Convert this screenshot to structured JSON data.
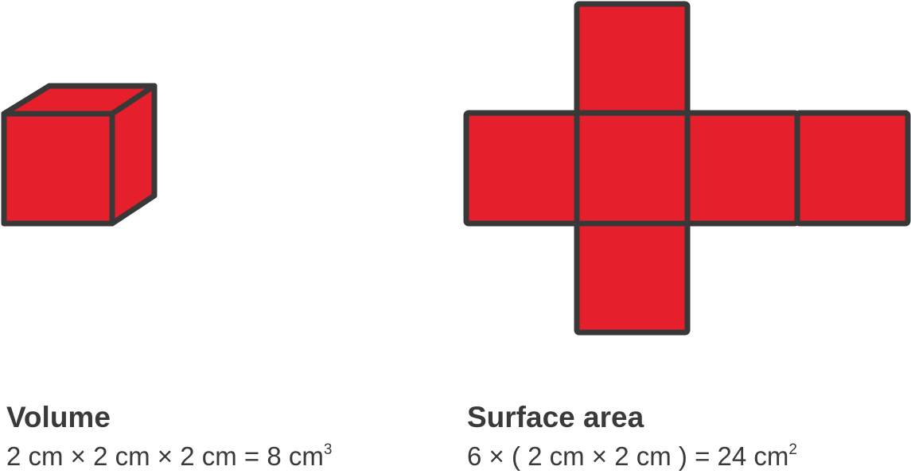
{
  "colors": {
    "face_fill": "#e51f2b",
    "outline": "#383838",
    "text": "#3a3a3a",
    "background": "#ffffff"
  },
  "volume": {
    "title": "Volume",
    "formula": "2 cm × 2 cm × 2 cm = 8 cm",
    "exponent": "3"
  },
  "surface_area": {
    "title": "Surface area",
    "formula": "6 × ( 2 cm × 2 cm ) = 24 cm",
    "exponent": "2"
  }
}
